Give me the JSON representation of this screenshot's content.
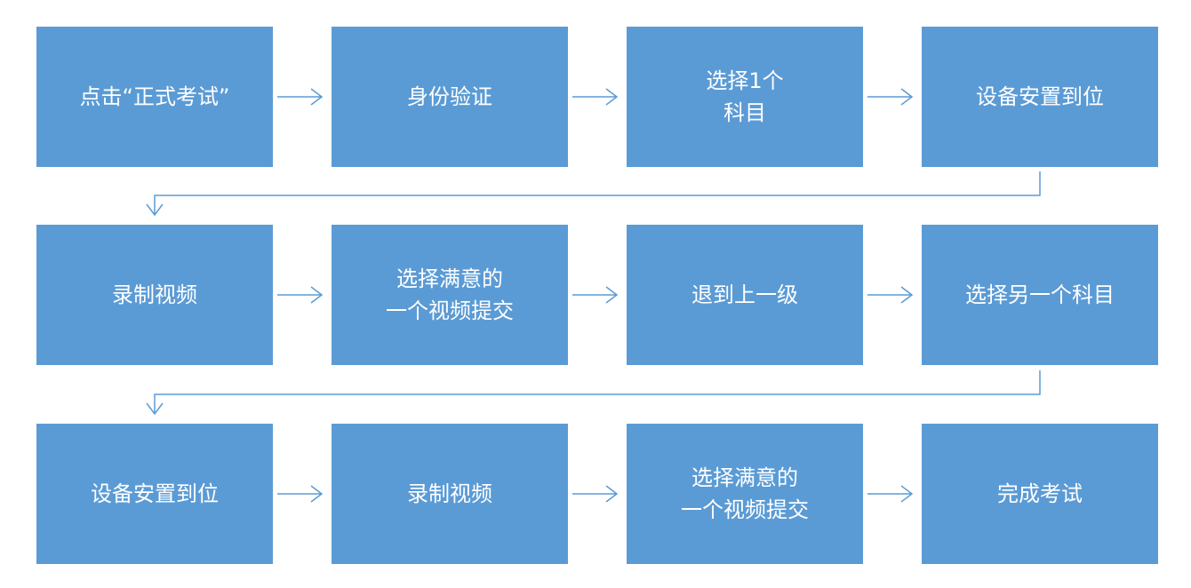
{
  "flow": {
    "rows": [
      [
        "点击“正式考试”",
        "身份验证",
        "选择1个\n科目",
        "设备安置到位"
      ],
      [
        "录制视频",
        "选择满意的\n一个视频提交",
        "退到上一级",
        "选择另一个科目"
      ],
      [
        "设备安置到位",
        "录制视频",
        "选择满意的\n一个视频提交",
        "完成考试"
      ]
    ]
  },
  "colors": {
    "box_fill": "#5b9bd5",
    "box_text": "#ffffff",
    "arrow": "#5b9bd5",
    "background": "#ffffff"
  }
}
